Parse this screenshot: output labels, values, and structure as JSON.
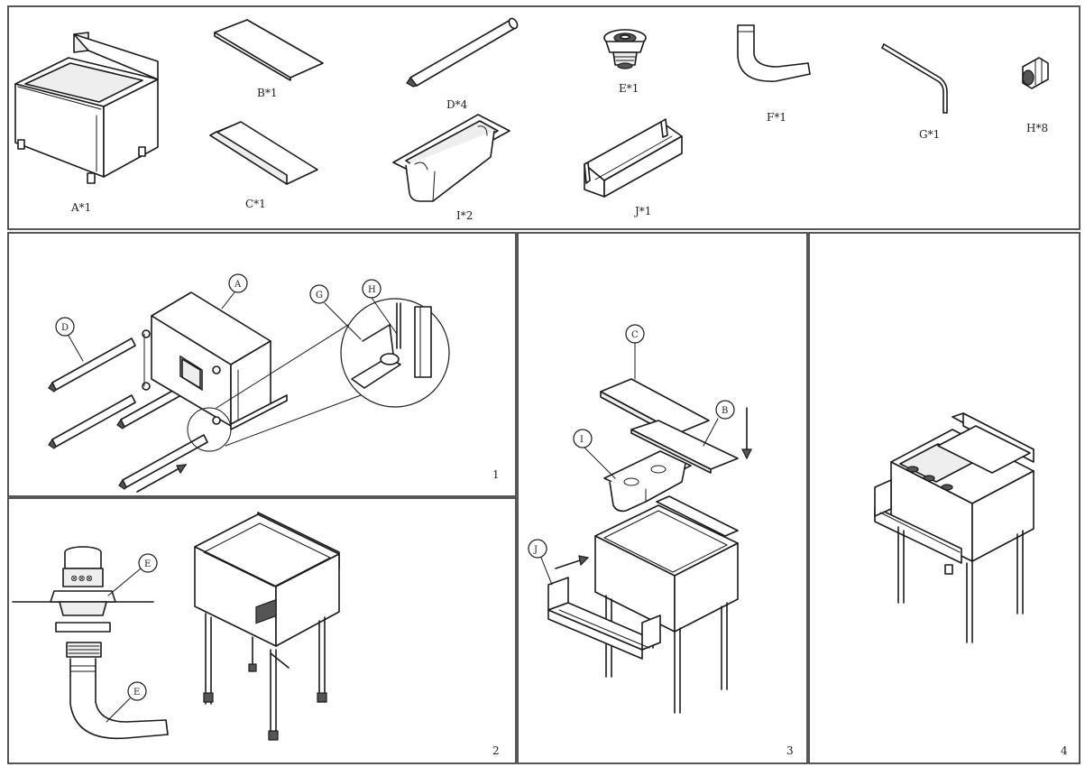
{
  "parts": {
    "A": "A*1",
    "B": "B*1",
    "C": "C*1",
    "D": "D*4",
    "E": "E*1",
    "F": "F*1",
    "G": "G*1",
    "H": "H*8",
    "I": "I*2",
    "J": "J*1"
  },
  "steps": {
    "step1": "1",
    "step2": "2",
    "step3": "3",
    "step4": "4"
  },
  "callouts": {
    "step1": [
      "D",
      "A",
      "G",
      "H"
    ],
    "step2": [
      "E",
      "E"
    ],
    "step3": [
      "C",
      "B",
      "I",
      "J"
    ]
  }
}
